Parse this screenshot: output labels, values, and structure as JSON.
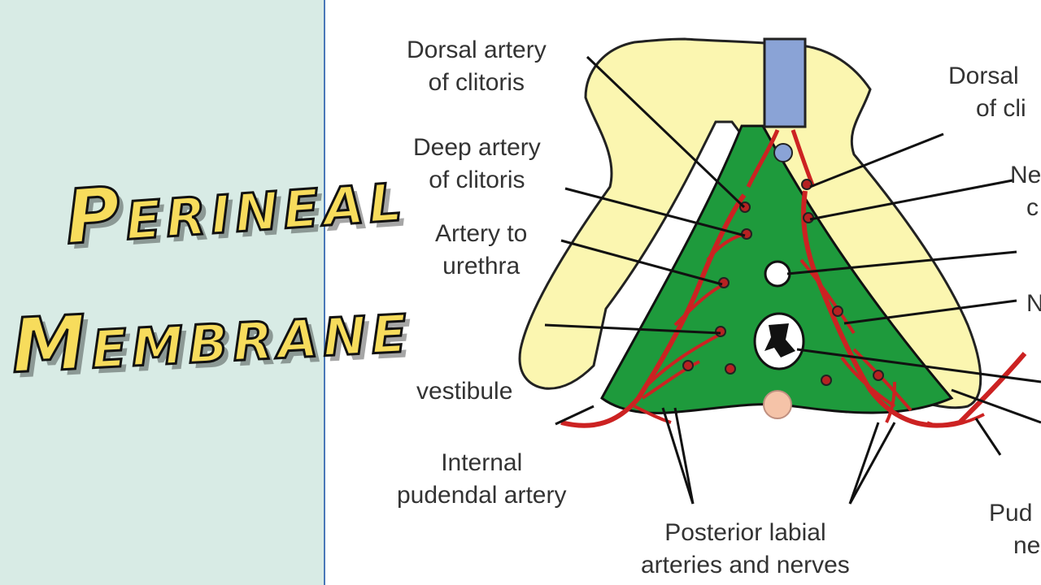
{
  "title": {
    "line1": "Perineal",
    "line2": "Membrane"
  },
  "labels": {
    "dorsal_artery_left": [
      "Dorsal artery",
      "of clitoris"
    ],
    "deep_artery_left": [
      "Deep artery",
      "of clitoris"
    ],
    "artery_urethra": [
      "Artery to",
      "urethra"
    ],
    "artery_vestibule": [
      "vestibule"
    ],
    "internal_pudendal": [
      "Internal",
      "pudendal artery"
    ],
    "posterior_labial": [
      "Posterior labial",
      "arteries and  nerves"
    ],
    "dorsal_right": [
      "Dorsal",
      "of cli"
    ],
    "nerve_right": [
      "Ne",
      "c"
    ],
    "n_right": [
      "N"
    ],
    "pudendal_right": [
      "Pud",
      "ne"
    ]
  },
  "colors": {
    "membrane": "#1e9a3c",
    "bone": "#fbf6b0",
    "vessel": "#cc2222",
    "vein": "#8aa3d6",
    "anal": "#f5c3a8",
    "title_fill": "#f7dc5c"
  }
}
